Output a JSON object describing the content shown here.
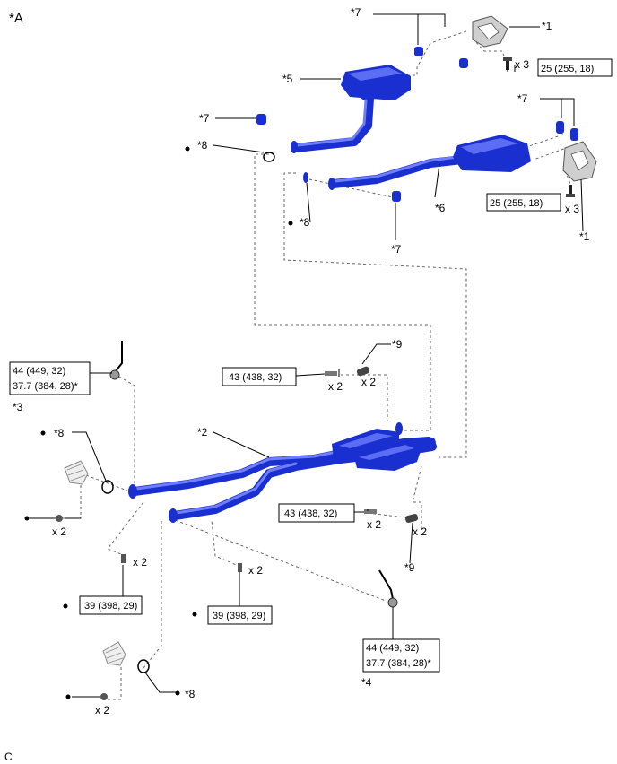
{
  "view_label": "*A",
  "corner_code": "C",
  "callouts": {
    "c1_top": "*1",
    "c1_right": "*1",
    "c2": "*2",
    "c3": "*3",
    "c4": "*4",
    "c5": "*5",
    "c6": "*6",
    "c7_top": "*7",
    "c7_left": "*7",
    "c7_right": "*7",
    "c7_bottom": "*7",
    "c8_upper_left": "*8",
    "c8_upper_mid": "*8",
    "c8_lower_left": "*8",
    "c8_bottom": "*8",
    "c9_upper": "*9",
    "c9_lower": "*9"
  },
  "torque_boxes": {
    "t_hanger_top": "25 (255, 18)",
    "t_hanger_right": "25 (255, 18)",
    "t_sensor_left_a": "44 (449, 32)",
    "t_sensor_left_b": "37.7 (384, 28)*",
    "t_sensor_right_a": "44 (449, 32)",
    "t_sensor_right_b": "37.7 (384, 28)*",
    "t_clamp_upper": "43 (438, 32)",
    "t_clamp_lower": "43 (438, 32)",
    "t_flange_left": "39 (398, 29)",
    "t_flange_mid": "39 (398, 29)"
  },
  "quantities": {
    "q_hanger_top": "x 3",
    "q_hanger_right": "x 3",
    "q_clamp_upper_a": "x 2",
    "q_clamp_upper_b": "x 2",
    "q_clamp_lower_a": "x 2",
    "q_clamp_lower_b": "x 2",
    "q_flange_left": "x 2",
    "q_flange_mid": "x 2",
    "q_nut_upper": "x 2",
    "q_nut_lower": "x 2"
  },
  "colors": {
    "pipe": "#1a2fcf",
    "pipe_highlight": "#6f7dff",
    "bracket": "#cfcfcf"
  }
}
